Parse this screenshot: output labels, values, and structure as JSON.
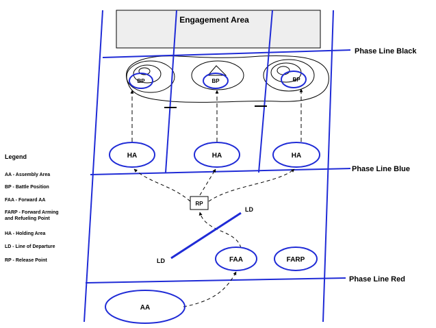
{
  "engagement_area": {
    "label": "Engagement Area"
  },
  "phase_lines": {
    "black": "Phase Line Black",
    "blue": "Phase Line Blue",
    "red": "Phase Line Red"
  },
  "battle_positions": [
    "BP",
    "BP",
    "BP"
  ],
  "holding_areas": [
    "HA",
    "HA",
    "HA"
  ],
  "release_point": "RP",
  "line_of_departure": {
    "upper": "LD",
    "lower": "LD"
  },
  "faa": "FAA",
  "farp": "FARP",
  "assembly_area": "AA",
  "legend": {
    "title": "Legend",
    "items": [
      "AA - Assembly Area",
      "BP - Battle Position",
      "FAA - Forward AA",
      "FARP - Forward Arming",
      "and Refueling Point",
      "HA - Holding Area",
      "LD - Line of Departure",
      "RP - Release Point"
    ]
  },
  "colors": {
    "line": "#1f2bd6",
    "text": "#000000",
    "engagement_fill": "#eeeeee"
  }
}
